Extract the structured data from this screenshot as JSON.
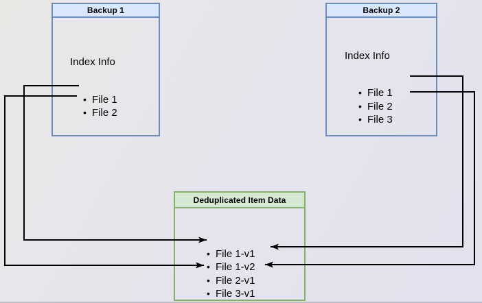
{
  "backup1": {
    "title": "Backup 1",
    "label": "Index Info",
    "files": [
      "File 1",
      "File 2"
    ]
  },
  "backup2": {
    "title": "Backup 2",
    "label": "Index Info",
    "files": [
      "File 1",
      "File 2",
      "File 3"
    ]
  },
  "dedup": {
    "title": "Deduplicated Item Data",
    "files": [
      "File 1-v1",
      "File 1-v2",
      "File 2-v1",
      "File 3-v1"
    ]
  },
  "connections": [
    {
      "from": "Backup 1 / File 1",
      "to": "Deduplicated Item Data / File 1-v1"
    },
    {
      "from": "Backup 1 / File 2",
      "to": "Deduplicated Item Data / File 2-v1"
    },
    {
      "from": "Backup 2 / File 1",
      "to": "Deduplicated Item Data / File 1-v2"
    },
    {
      "from": "Backup 2 / File 2",
      "to": "Deduplicated Item Data / File 2-v1"
    }
  ],
  "colors": {
    "backup_border": "#6c8ebf",
    "backup_header_fill": "#dae8fc",
    "dedup_border": "#82b366",
    "dedup_header_fill": "#d5e8d4",
    "arrow": "#000000",
    "background": "#e5e4ec"
  }
}
